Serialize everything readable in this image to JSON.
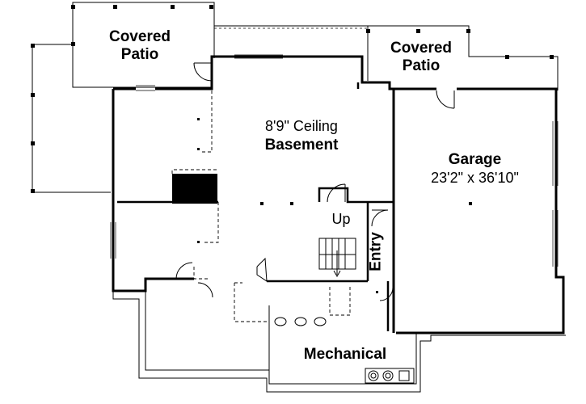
{
  "plan": {
    "rooms": {
      "patio_left": {
        "line1": "Covered",
        "line2": "Patio"
      },
      "patio_right": {
        "line1": "Covered",
        "line2": "Patio"
      },
      "basement": {
        "ceiling": "8'9\" Ceiling",
        "name": "Basement"
      },
      "garage": {
        "name": "Garage",
        "dims": "23'2\" x 36'10\""
      },
      "stair": {
        "label": "Up"
      },
      "entry": {
        "label": "Entry"
      },
      "mechanical": {
        "name": "Mechanical"
      }
    },
    "colors": {
      "wall": "#000000",
      "background": "#ffffff",
      "fixture": "#555555"
    }
  }
}
